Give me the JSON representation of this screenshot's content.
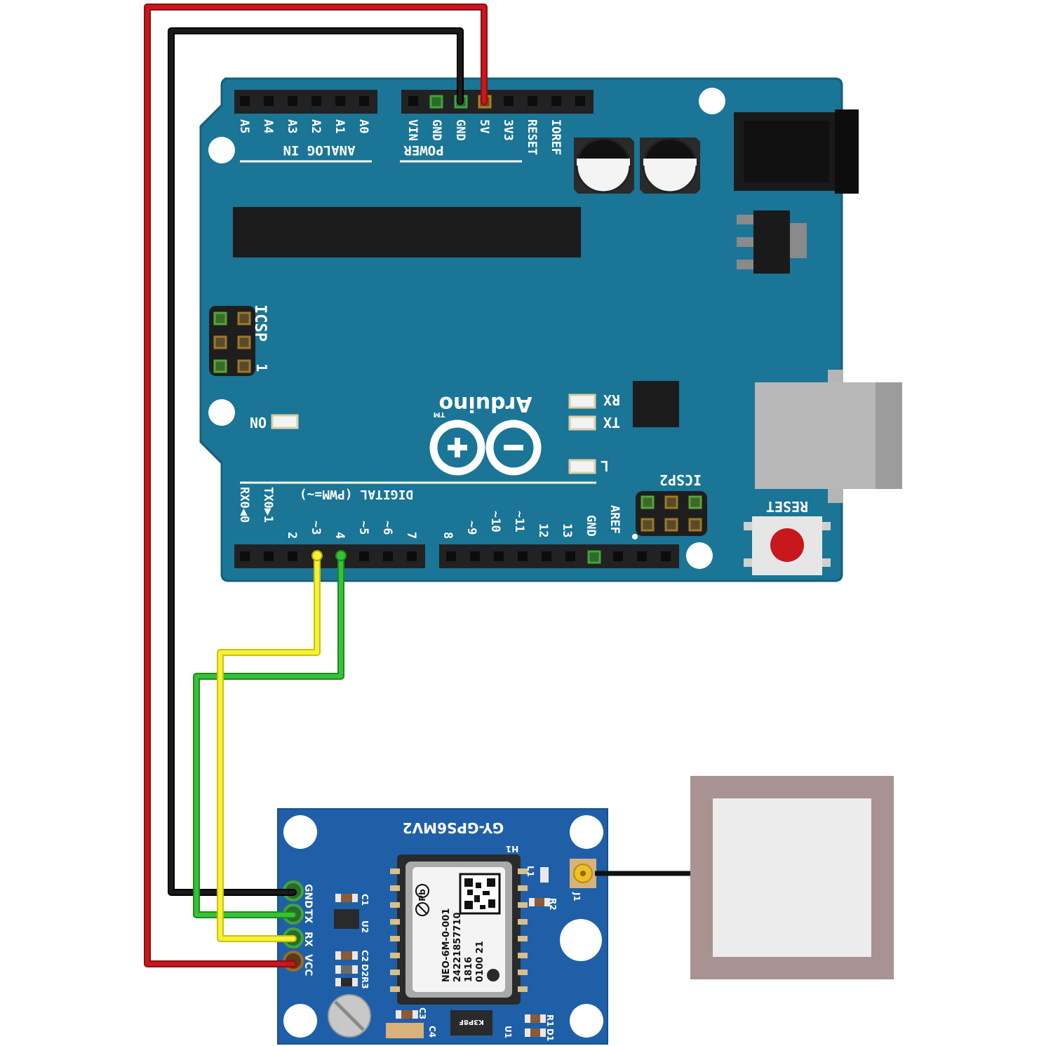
{
  "colors": {
    "board": "#1a7596",
    "board_edge": "#155f7a",
    "gps_board": "#1f5fa8",
    "wire_vcc": "#c8171d",
    "wire_gnd": "#1a1a1a",
    "wire_tx": "#2fb52f",
    "wire_rx": "#f2ee2a",
    "antenna_frame": "#a89292",
    "antenna_patch": "#ececec"
  },
  "arduino": {
    "logo_text": "Arduino",
    "tm": "TM",
    "analog_section_label": "ANALOG IN",
    "analog_pins": [
      "A5",
      "A4",
      "A3",
      "A2",
      "A1",
      "A0"
    ],
    "power_section_label": "POWER",
    "power_pins": [
      "VIN",
      "GND",
      "GND",
      "5V",
      "3V3",
      "RESET",
      "IOREF"
    ],
    "icsp_label": "ICSP",
    "icsp_pin1": "1",
    "icsp2_label": "ICSP2",
    "on_label": "ON",
    "rx_label": "RX",
    "tx_label": "TX",
    "l_label": "L",
    "reset_label": "RESET",
    "digital_section_label": "DIGITAL (PWM=~)",
    "digital_pins_left": [
      "RX0◀0",
      "TX0▶1",
      "2",
      "~3",
      "4",
      "~5",
      "~6",
      "7"
    ],
    "digital_pins_right": [
      "8",
      "~9",
      "~10",
      "~11",
      "12",
      "13",
      "GND",
      "AREF"
    ]
  },
  "gps": {
    "board_name": "GY-GPS6MV2",
    "pins": [
      "GND",
      "TX",
      "RX",
      "VCC"
    ],
    "components": [
      "C1",
      "U2",
      "C2",
      "D2",
      "R3",
      "C3",
      "C4",
      "U1",
      "R1",
      "D1",
      "R2",
      "L1",
      "J1",
      "H1"
    ],
    "module_lines": [
      "NEO-6M-0-001",
      "24221857710",
      "1816",
      "0100 21"
    ],
    "eeprom_text": "K3P8F",
    "pb_mark": "Pb"
  },
  "connections": [
    {
      "from": "5V",
      "to": "VCC",
      "color": "red"
    },
    {
      "from": "GND",
      "to": "GND",
      "color": "black"
    },
    {
      "from": "~3",
      "to": "RX",
      "color": "yellow"
    },
    {
      "from": "4",
      "to": "TX",
      "color": "green"
    }
  ]
}
